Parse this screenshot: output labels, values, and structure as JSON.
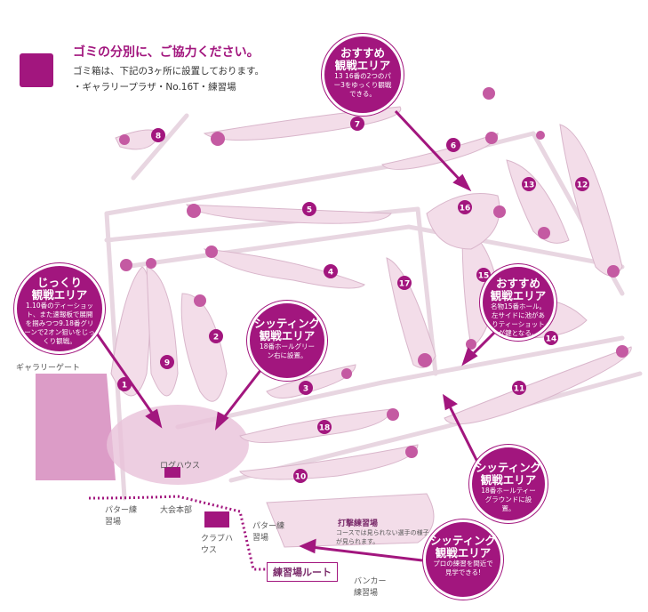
{
  "legend": {
    "title": "ゴミの分別に、ご協力ください。",
    "line1": "ゴミ箱は、下記の3ヶ所に設置しております。",
    "line2": "・ギャラリープラザ・No.16T・練習場",
    "icon": "trash-bin-icon"
  },
  "bubbles": {
    "top": {
      "title_1": "おすすめ",
      "title_2": "観戦エリア",
      "body": "13 16番の2つのパー3をゆっくり観戦できる。"
    },
    "left": {
      "title_1": "じっくり",
      "title_2": "観戦エリア",
      "body": "1.10番のティーショット、また速報板で展開を掴みつつ9.18番グリーンで2オン狙いをじっくり観戦。"
    },
    "center": {
      "title_1": "シッティング",
      "title_2": "観戦エリア",
      "body": "18番ホールグリーン右に設置。"
    },
    "right": {
      "title_1": "おすすめ",
      "title_2": "観戦エリア",
      "body": "名物15番ホール。左サイドに池がありティーショットが鍵となる。"
    },
    "bottom_right": {
      "title_1": "シッティング",
      "title_2": "観戦エリア",
      "body": "18番ホールティーグラウンドに設置。"
    },
    "bottom": {
      "title_1": "シッティング",
      "title_2": "観戦エリア",
      "body": "プロの練習を間近で見学できる!"
    }
  },
  "labels": {
    "gallery_gate": "ギャラリーゲート",
    "log_house": "ログハウス",
    "putter_practice_left": "パター練習場",
    "tournament_hq": "大会本部",
    "club_house": "クラブハウス",
    "putter_practice_right": "パター練習場",
    "driving_range": "打撃練習場",
    "driving_range_note": "コースでは見られない選手の様子が見られます。",
    "bunker_practice": "バンカー練習場",
    "practice_route": "練習場ルート"
  },
  "holes": [
    "1",
    "2",
    "3",
    "4",
    "5",
    "6",
    "7",
    "8",
    "9",
    "10",
    "11",
    "12",
    "13",
    "14",
    "15",
    "16",
    "17",
    "18"
  ],
  "colors": {
    "accent": "#a2167e",
    "fairway": "#f3dde9",
    "green": "#e4b9d2",
    "road": "#e8d6e1"
  }
}
